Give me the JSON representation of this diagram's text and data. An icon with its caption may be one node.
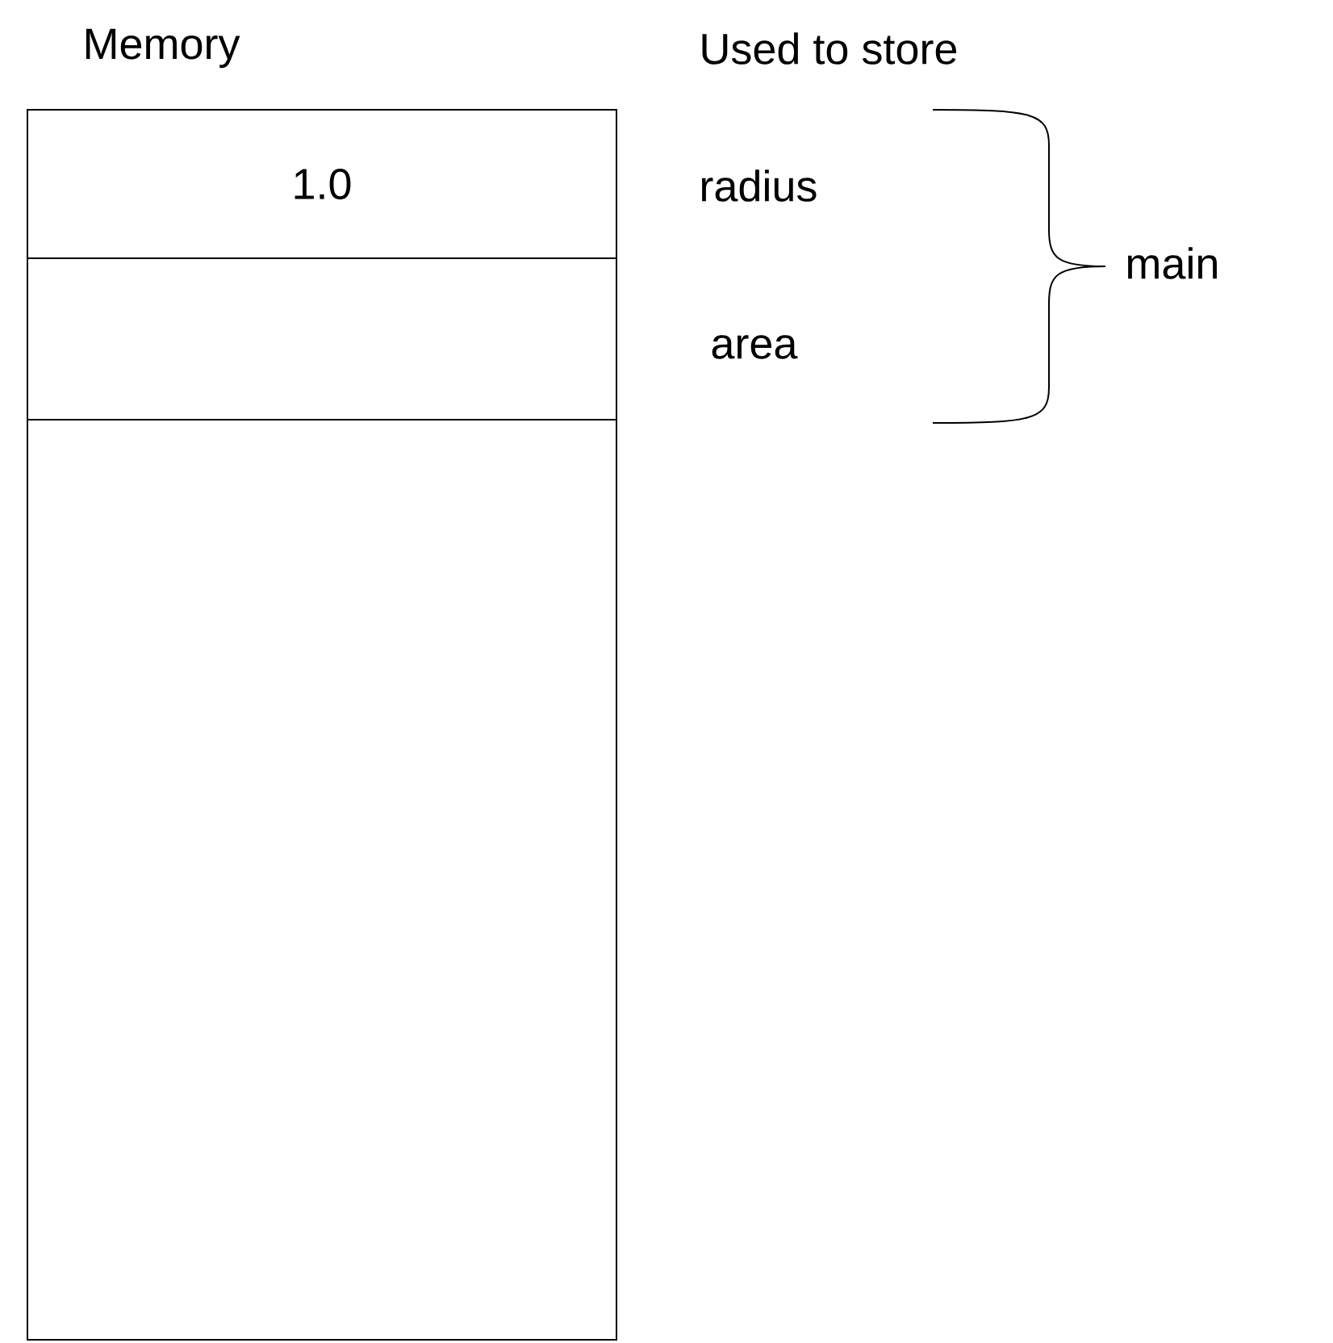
{
  "diagram": {
    "nodes": [
      {
        "text": [
          "1.0"
        ]
      },
      {
        "text": [],
        "shape": "box"
      },
      {
        "text": [],
        "shape": "box"
      }
    ],
    "labels": [
      "Memory",
      "Used to store",
      "radius",
      "area",
      "main"
    ]
  }
}
